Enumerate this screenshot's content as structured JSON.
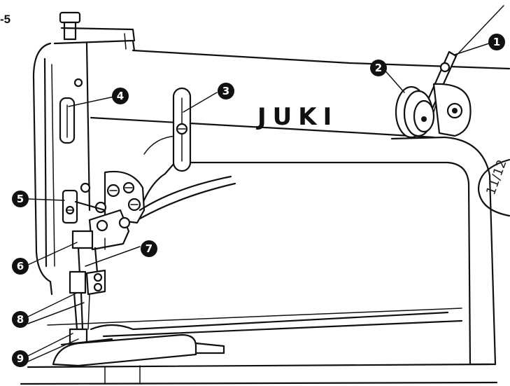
{
  "figure": {
    "label": "-5",
    "brand": "JUKI",
    "dial_marking": "11/12"
  },
  "callouts": [
    {
      "id": "1",
      "text": "1"
    },
    {
      "id": "2",
      "text": "2"
    },
    {
      "id": "3",
      "text": "3"
    },
    {
      "id": "4",
      "text": "4"
    },
    {
      "id": "5",
      "text": "5"
    },
    {
      "id": "6",
      "text": "6"
    },
    {
      "id": "7",
      "text": "7"
    },
    {
      "id": "8",
      "text": "8"
    },
    {
      "id": "9",
      "text": "9"
    }
  ],
  "colors": {
    "ink": "#111111",
    "paper": "#ffffff"
  }
}
